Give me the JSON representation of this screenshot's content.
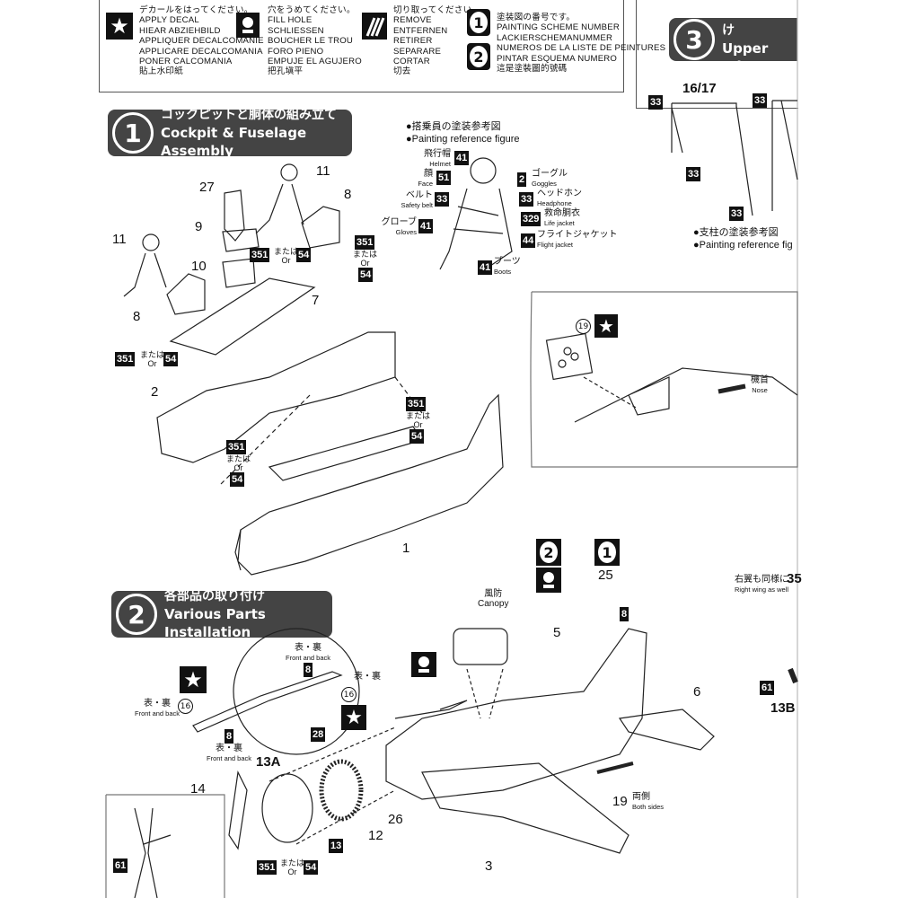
{
  "legend": {
    "decal": [
      "デカールをはってください。",
      "APPLY DECAL",
      "HIEAR ABZIEHBILD",
      "APPLIQUER DECALCOMANIE",
      "APPLICARE DECALCOMANIA",
      "PONER CALCOMANIA",
      "貼上水印紙"
    ],
    "fill": [
      "穴をうめてください。",
      "FILL HOLE",
      "SCHLIESSEN",
      "BOUCHER LE TROU",
      "FORO PIENO",
      "EMPUJE EL AGUJERO",
      "把孔塡平"
    ],
    "remove": [
      "切り取ってください。",
      "REMOVE",
      "ENTFERNEN",
      "RETIRER",
      "SEPARARE",
      "CORTAR",
      "切去"
    ],
    "scheme": [
      "塗装図の番号です。",
      "PAINTING SCHEME NUMBER",
      "LACKIERSCHEMANUMMER",
      "NUMEROS DE LA LISTE DE PEINTURES",
      "PINTAR ESQUEMA NUMERO",
      "這是塗裝圖的號碼"
    ],
    "scheme_nums": [
      "1",
      "2"
    ]
  },
  "step1": {
    "num": "1",
    "title_jp": "コックピットと胴体の組み立て",
    "title_en": "Cockpit & Fuselage Assembly"
  },
  "step2": {
    "num": "2",
    "title_jp": "各部品の取り付け",
    "title_en": "Various Parts Installation"
  },
  "step3": {
    "num": "3",
    "title_jp": "上翼の取り付け",
    "title_en": "Upper Wing"
  },
  "crew_ref": {
    "heading_jp": "●搭乗員の塗装参考図",
    "heading_en": "●Painting reference figure",
    "items": [
      {
        "jp": "飛行帽",
        "en": "Helmet",
        "code": "41"
      },
      {
        "jp": "顔",
        "en": "Face",
        "code": "51"
      },
      {
        "jp": "ベルト",
        "en": "Safety belt",
        "code": "33"
      },
      {
        "jp": "グローブ",
        "en": "Gloves",
        "code": "41"
      },
      {
        "jp": "ゴーグル",
        "en": "Goggles",
        "code": "2"
      },
      {
        "jp": "ヘッドホン",
        "en": "Headphone",
        "code": "33"
      },
      {
        "jp": "救命胴衣",
        "en": "Life jacket",
        "code": "329"
      },
      {
        "jp": "フライトジャケット",
        "en": "Flight jacket",
        "code": "44"
      },
      {
        "jp": "ブーツ",
        "en": "Boots",
        "code": "41"
      }
    ]
  },
  "strut_ref": {
    "heading_jp": "●支柱の塗装参考図",
    "heading_en": "●Painting reference fig",
    "part": "16/17",
    "codes": [
      "33",
      "33",
      "33",
      "33"
    ]
  },
  "parts": {
    "p27": "27",
    "p11a": "11",
    "p11b": "11",
    "p8a": "8",
    "p8b": "8",
    "p9": "9",
    "p10": "10",
    "p7": "7",
    "p2": "2",
    "p1": "1",
    "p19": "19",
    "p25": "25",
    "p8c": "8",
    "p5": "5",
    "p6": "6",
    "p19b": "19",
    "p13b": "13B",
    "p3": "3",
    "p26": "26",
    "p12": "12",
    "p13a": "13A",
    "p14": "14",
    "p28": "28",
    "p13": "13",
    "p8d": "8",
    "p8e": "8",
    "p16a": "16",
    "p16b": "16",
    "p35": "35",
    "p61a": "61",
    "p61b": "61"
  },
  "colors": {
    "c351": "351",
    "c54": "54",
    "or_jp": "または",
    "or_en": "Or"
  },
  "labels": {
    "nose_jp": "機首",
    "nose_en": "Nose",
    "canopy_jp": "風防",
    "canopy_en": "Canopy",
    "both_jp": "両側",
    "both_en": "Both sides",
    "fb_jp": "表・裏",
    "fb_en": "Front and back",
    "right_jp": "右翼も同様に",
    "right_en": "Right wing as well"
  },
  "icons": {
    "star": "star-icon",
    "fill": "fill-hole-icon",
    "remove": "remove-icon"
  }
}
